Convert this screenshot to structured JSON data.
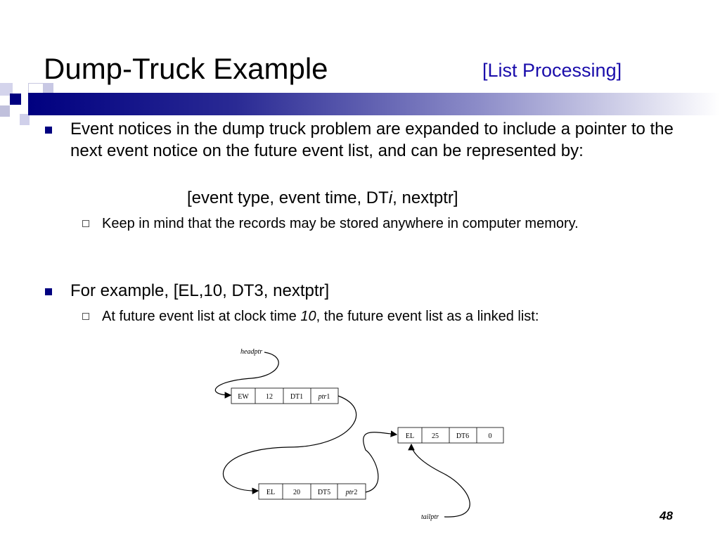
{
  "slide": {
    "title": "Dump-Truck Example",
    "subtitle": "[List Processing]",
    "page_number": "48"
  },
  "bullets": [
    {
      "text": "Event notices in the dump truck problem are expanded to include a pointer to the next event notice on the future event list, and can be represented by:",
      "formula": {
        "before": "[event type, event time, DT",
        "italic": "i",
        "after": ", nextptr]"
      },
      "sub": "Keep in mind that the records may be stored anywhere in computer memory."
    },
    {
      "text": "For example, [EL,10, DT3, nextptr]",
      "sub": {
        "before": "At future event list at clock time ",
        "italic": "10",
        "after": ", the future event list as a linked list:"
      }
    }
  ],
  "diagram": {
    "headptr_label": "headptr",
    "tailptr_label": "tailptr",
    "records": [
      {
        "cells": [
          "EW",
          "12",
          "DT1"
        ],
        "ptr": {
          "italic": "ptr",
          "num": "1"
        }
      },
      {
        "cells": [
          "EL",
          "20",
          "DT5"
        ],
        "ptr": {
          "italic": "ptr",
          "num": "2"
        }
      },
      {
        "cells": [
          "EL",
          "25",
          "DT6"
        ],
        "ptr": {
          "italic": "",
          "num": "0"
        }
      }
    ]
  },
  "colors": {
    "title_bar_start": "#000080",
    "subtitle": "#1a0dab",
    "bullet_marker": "#000080"
  }
}
